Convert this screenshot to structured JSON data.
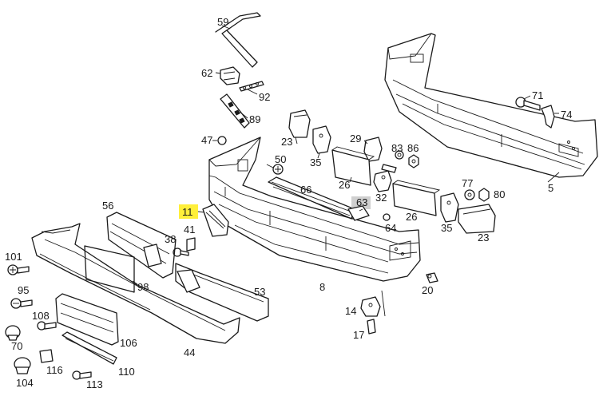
{
  "highlight_color": "#ffef3a",
  "highlight_grey": "#cfcfcf",
  "labels": [
    {
      "id": "l59",
      "text": "59"
    },
    {
      "id": "l62",
      "text": "62"
    },
    {
      "id": "l92",
      "text": "92"
    },
    {
      "id": "l89",
      "text": "89"
    },
    {
      "id": "l71",
      "text": "71"
    },
    {
      "id": "l74",
      "text": "74"
    },
    {
      "id": "l23a",
      "text": "23"
    },
    {
      "id": "l47",
      "text": "47"
    },
    {
      "id": "l29",
      "text": "29"
    },
    {
      "id": "l83",
      "text": "83"
    },
    {
      "id": "l86",
      "text": "86"
    },
    {
      "id": "l50",
      "text": "50"
    },
    {
      "id": "l35a",
      "text": "35"
    },
    {
      "id": "l5",
      "text": "5"
    },
    {
      "id": "l66",
      "text": "66"
    },
    {
      "id": "l26a",
      "text": "26"
    },
    {
      "id": "l32",
      "text": "32"
    },
    {
      "id": "l77",
      "text": "77"
    },
    {
      "id": "l80",
      "text": "80"
    },
    {
      "id": "l56",
      "text": "56"
    },
    {
      "id": "l11",
      "text": "11"
    },
    {
      "id": "l63",
      "text": "63"
    },
    {
      "id": "l26b",
      "text": "26"
    },
    {
      "id": "l41",
      "text": "41"
    },
    {
      "id": "l64",
      "text": "64"
    },
    {
      "id": "l35b",
      "text": "35"
    },
    {
      "id": "l23b",
      "text": "23"
    },
    {
      "id": "l38",
      "text": "38"
    },
    {
      "id": "l101",
      "text": "101"
    },
    {
      "id": "l98",
      "text": "98"
    },
    {
      "id": "l8",
      "text": "8"
    },
    {
      "id": "l20",
      "text": "20"
    },
    {
      "id": "l53",
      "text": "53"
    },
    {
      "id": "l95",
      "text": "95"
    },
    {
      "id": "l14",
      "text": "14"
    },
    {
      "id": "l108",
      "text": "108"
    },
    {
      "id": "l17",
      "text": "17"
    },
    {
      "id": "l70",
      "text": "70"
    },
    {
      "id": "l106",
      "text": "106"
    },
    {
      "id": "l44",
      "text": "44"
    },
    {
      "id": "l116",
      "text": "116"
    },
    {
      "id": "l110",
      "text": "110"
    },
    {
      "id": "l104",
      "text": "104"
    },
    {
      "id": "l113",
      "text": "113"
    }
  ]
}
